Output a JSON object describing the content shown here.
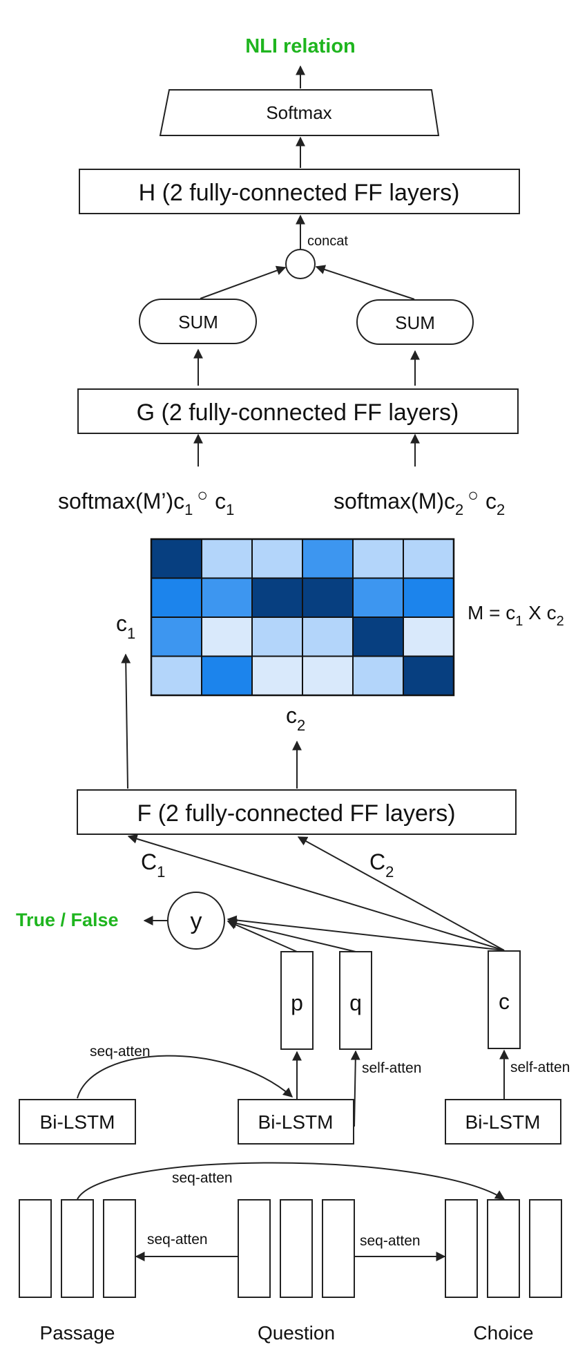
{
  "top": {
    "output_label": "NLI relation",
    "softmax_label": "Softmax",
    "h_label": "H (2 fully-connected FF layers)",
    "concat_label": "concat",
    "sum_left": "SUM",
    "sum_right": "SUM",
    "g_label": "G (2 fully-connected FF layers)",
    "expr_left": {
      "main": "softmax(M’)c",
      "sub1": "1",
      "op": "○",
      "c": "c",
      "sub2": "1"
    },
    "expr_right": {
      "main": "softmax(M)c",
      "sub1": "2",
      "op": "○",
      "c": "c",
      "sub2": "2"
    }
  },
  "matrix": {
    "label": {
      "a": "M = c",
      "sub1": "1",
      "mid": " X c",
      "sub2": "2"
    },
    "c1_label": {
      "c": "c",
      "sub": "1"
    },
    "c2_label": {
      "c": "c",
      "sub": "2"
    },
    "cells": [
      [
        "#073f80",
        "#b3d5fa",
        "#b3d5fa",
        "#3d96f0",
        "#b3d5fa",
        "#b3d5fa"
      ],
      [
        "#1c84ec",
        "#3d96f0",
        "#073f80",
        "#073f80",
        "#3d96f0",
        "#1c84ec"
      ],
      [
        "#3d96f0",
        "#d9e9fb",
        "#b3d5fa",
        "#b3d5fa",
        "#073f80",
        "#d9e9fb"
      ],
      [
        "#b3d5fa",
        "#1c84ec",
        "#d9e9fb",
        "#d9e9fb",
        "#b3d5fa",
        "#073f80"
      ]
    ]
  },
  "middle": {
    "f_label": "F (2 fully-connected FF layers)",
    "C1": {
      "c": "C",
      "sub": "1"
    },
    "C2": {
      "c": "C",
      "sub": "2"
    },
    "y_label": "y",
    "tf_label": "True / False",
    "p_label": "p",
    "q_label": "q",
    "c_label": "c",
    "seq_atten": "seq-atten",
    "self_atten_q": "self-atten",
    "self_atten_c": "self-atten",
    "bilstm_passage": "Bi-LSTM",
    "bilstm_question": "Bi-LSTM",
    "bilstm_choice": "Bi-LSTM"
  },
  "bottom": {
    "seq_atten_top": "seq-atten",
    "seq_atten_left": "seq-atten",
    "seq_atten_right": "seq-atten",
    "passage": "Passage",
    "question": "Question",
    "choice": "Choice"
  },
  "colors": {
    "accent_green": "#1fb51f"
  }
}
